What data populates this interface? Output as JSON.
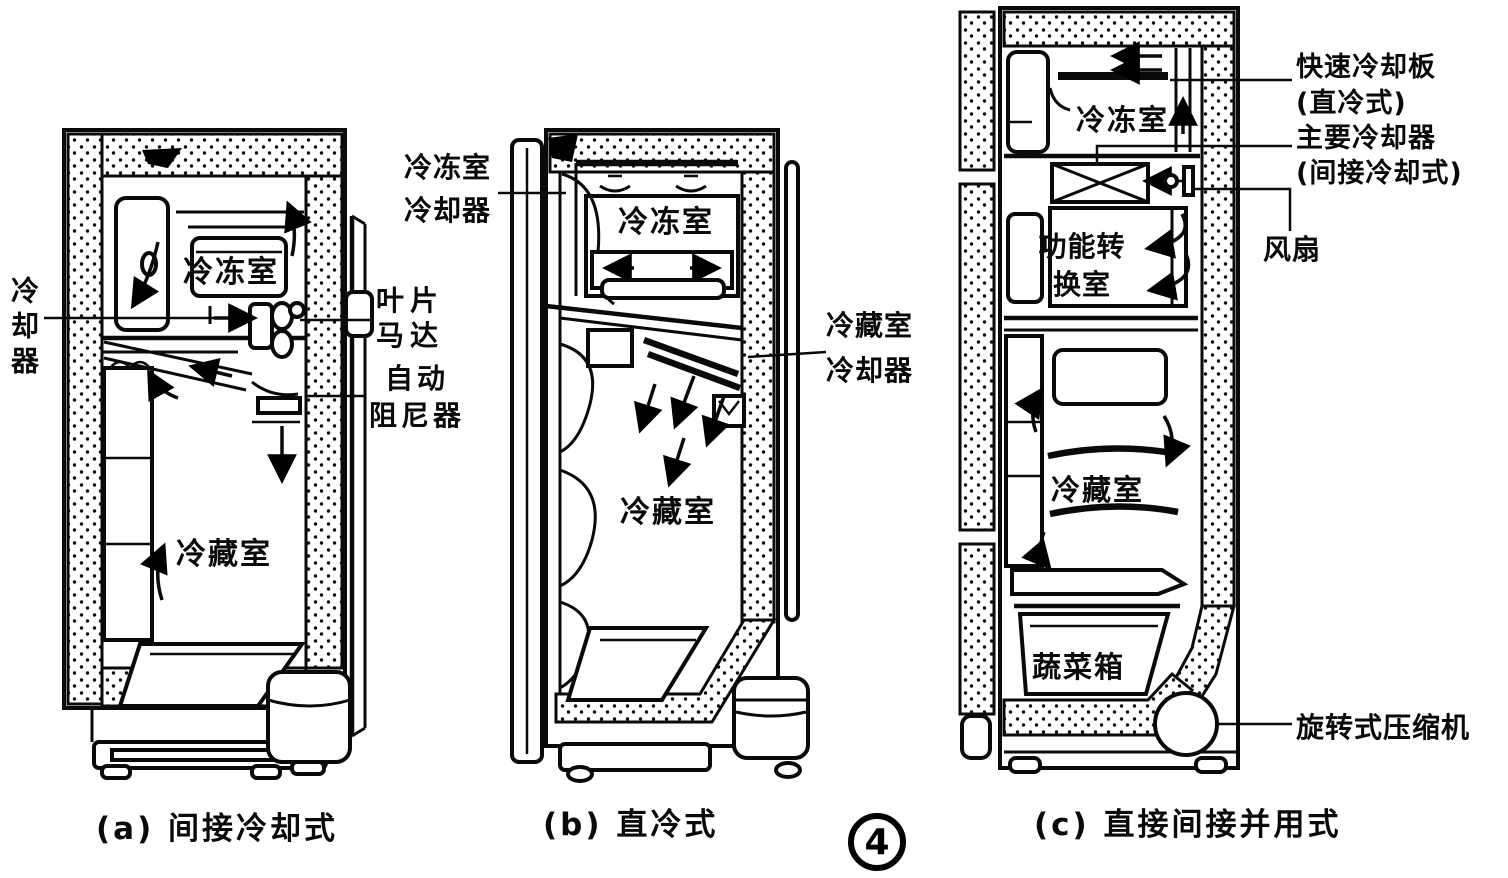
{
  "figure_number": "4",
  "panel_a": {
    "caption": "(a) 间接冷却式",
    "compartments": {
      "freezer": "冷冻室",
      "fridge": "冷藏室"
    },
    "labels": {
      "cooler": "冷却器",
      "vane_motor": [
        "叶片",
        "马达"
      ],
      "damper": [
        "自动",
        "阻尼器"
      ]
    }
  },
  "panel_b": {
    "caption": "(b) 直冷式",
    "compartments": {
      "freezer": "冷冻室",
      "fridge": "冷藏室"
    },
    "labels": {
      "freezer_cooler": [
        "冷冻室",
        "冷却器"
      ],
      "fridge_cooler": [
        "冷藏室",
        "冷却器"
      ]
    }
  },
  "panel_c": {
    "caption": "(c) 直接间接并用式",
    "compartments": {
      "freezer": "冷冻室",
      "function_room": [
        "功能转",
        "换室"
      ],
      "fridge": "冷藏室",
      "vegetable_box": "蔬菜箱"
    },
    "labels": {
      "quick_cooling_plate": [
        "快速冷却板",
        "(直冷式)"
      ],
      "main_cooler": [
        "主要冷却器",
        "(间接冷却式)"
      ],
      "fan": "风扇",
      "rotary_compressor": "旋转式压缩机"
    }
  },
  "colors": {
    "ink": "#0a0a0a",
    "paper": "#ffffff"
  }
}
